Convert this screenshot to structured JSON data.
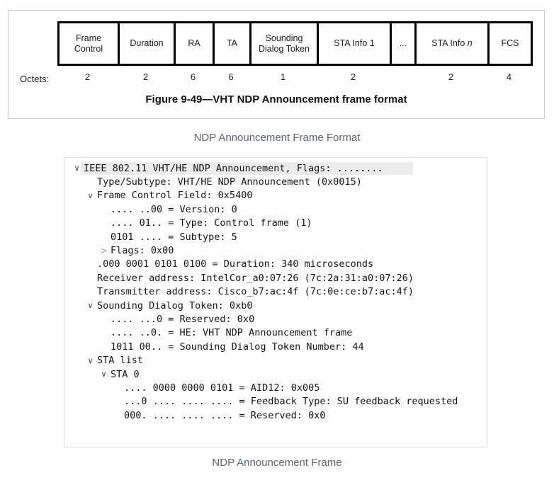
{
  "figure": {
    "octets_label": "Octets:",
    "caption": "Figure 9-49—VHT NDP Announcement frame format",
    "fields": [
      {
        "label": "Frame Control",
        "octets": "2",
        "width": 85
      },
      {
        "label": "Duration",
        "octets": "2",
        "width": 79
      },
      {
        "label": "RA",
        "octets": "6",
        "width": 55
      },
      {
        "label": "TA",
        "octets": "6",
        "width": 52
      },
      {
        "label": "Sounding Dialog Token",
        "octets": "1",
        "width": 95
      },
      {
        "label": "STA Info 1",
        "octets": "2",
        "width": 103
      },
      {
        "label": "...",
        "octets": "",
        "width": 35
      },
      {
        "label": "STA Info ",
        "italic_suffix": "n",
        "octets": "2",
        "width": 103
      },
      {
        "label": "FCS",
        "octets": "4",
        "width": 61
      }
    ]
  },
  "captions": {
    "format_caption": "NDP Announcement Frame Format",
    "frame_caption": "NDP Announcement Frame"
  },
  "dissector": {
    "rows": [
      {
        "level": 0,
        "arrow": "expanded",
        "highlighted": true,
        "text": "IEEE 802.11 VHT/HE NDP Announcement, Flags: ........"
      },
      {
        "level": 1,
        "arrow": null,
        "highlighted": false,
        "text": "Type/Subtype: VHT/HE NDP Announcement (0x0015)"
      },
      {
        "level": 1,
        "arrow": "expanded",
        "highlighted": false,
        "text": "Frame Control Field: 0x5400"
      },
      {
        "level": 2,
        "arrow": null,
        "highlighted": false,
        "text": ".... ..00 = Version: 0"
      },
      {
        "level": 2,
        "arrow": null,
        "highlighted": false,
        "text": ".... 01.. = Type: Control frame (1)"
      },
      {
        "level": 2,
        "arrow": null,
        "highlighted": false,
        "text": "0101 .... = Subtype: 5"
      },
      {
        "level": 2,
        "arrow": "collapsed",
        "highlighted": false,
        "text": "Flags: 0x00"
      },
      {
        "level": 1,
        "arrow": null,
        "highlighted": false,
        "text": ".000 0001 0101 0100 = Duration: 340 microseconds"
      },
      {
        "level": 1,
        "arrow": null,
        "highlighted": false,
        "text": "Receiver address: IntelCor_a0:07:26 (7c:2a:31:a0:07:26)"
      },
      {
        "level": 1,
        "arrow": null,
        "highlighted": false,
        "text": "Transmitter address: Cisco_b7:ac:4f (7c:0e:ce:b7:ac:4f)"
      },
      {
        "level": 1,
        "arrow": "expanded",
        "highlighted": false,
        "text": "Sounding Dialog Token: 0xb0"
      },
      {
        "level": 2,
        "arrow": null,
        "highlighted": false,
        "text": ".... ...0 = Reserved: 0x0"
      },
      {
        "level": 2,
        "arrow": null,
        "highlighted": false,
        "text": ".... ..0. = HE: VHT NDP Announcement frame"
      },
      {
        "level": 2,
        "arrow": null,
        "highlighted": false,
        "text": "1011 00.. = Sounding Dialog Token Number: 44"
      },
      {
        "level": 1,
        "arrow": "expanded",
        "highlighted": false,
        "text": "STA list"
      },
      {
        "level": 2,
        "arrow": "expanded",
        "highlighted": false,
        "text": "STA 0"
      },
      {
        "level": 3,
        "arrow": null,
        "highlighted": false,
        "text": ".... 0000 0000 0101 = AID12: 0x005"
      },
      {
        "level": 3,
        "arrow": null,
        "highlighted": false,
        "text": "...0 .... .... .... = Feedback Type: SU feedback requested"
      },
      {
        "level": 3,
        "arrow": null,
        "highlighted": false,
        "text": "000. .... .... .... = Reserved: 0x0"
      }
    ]
  }
}
